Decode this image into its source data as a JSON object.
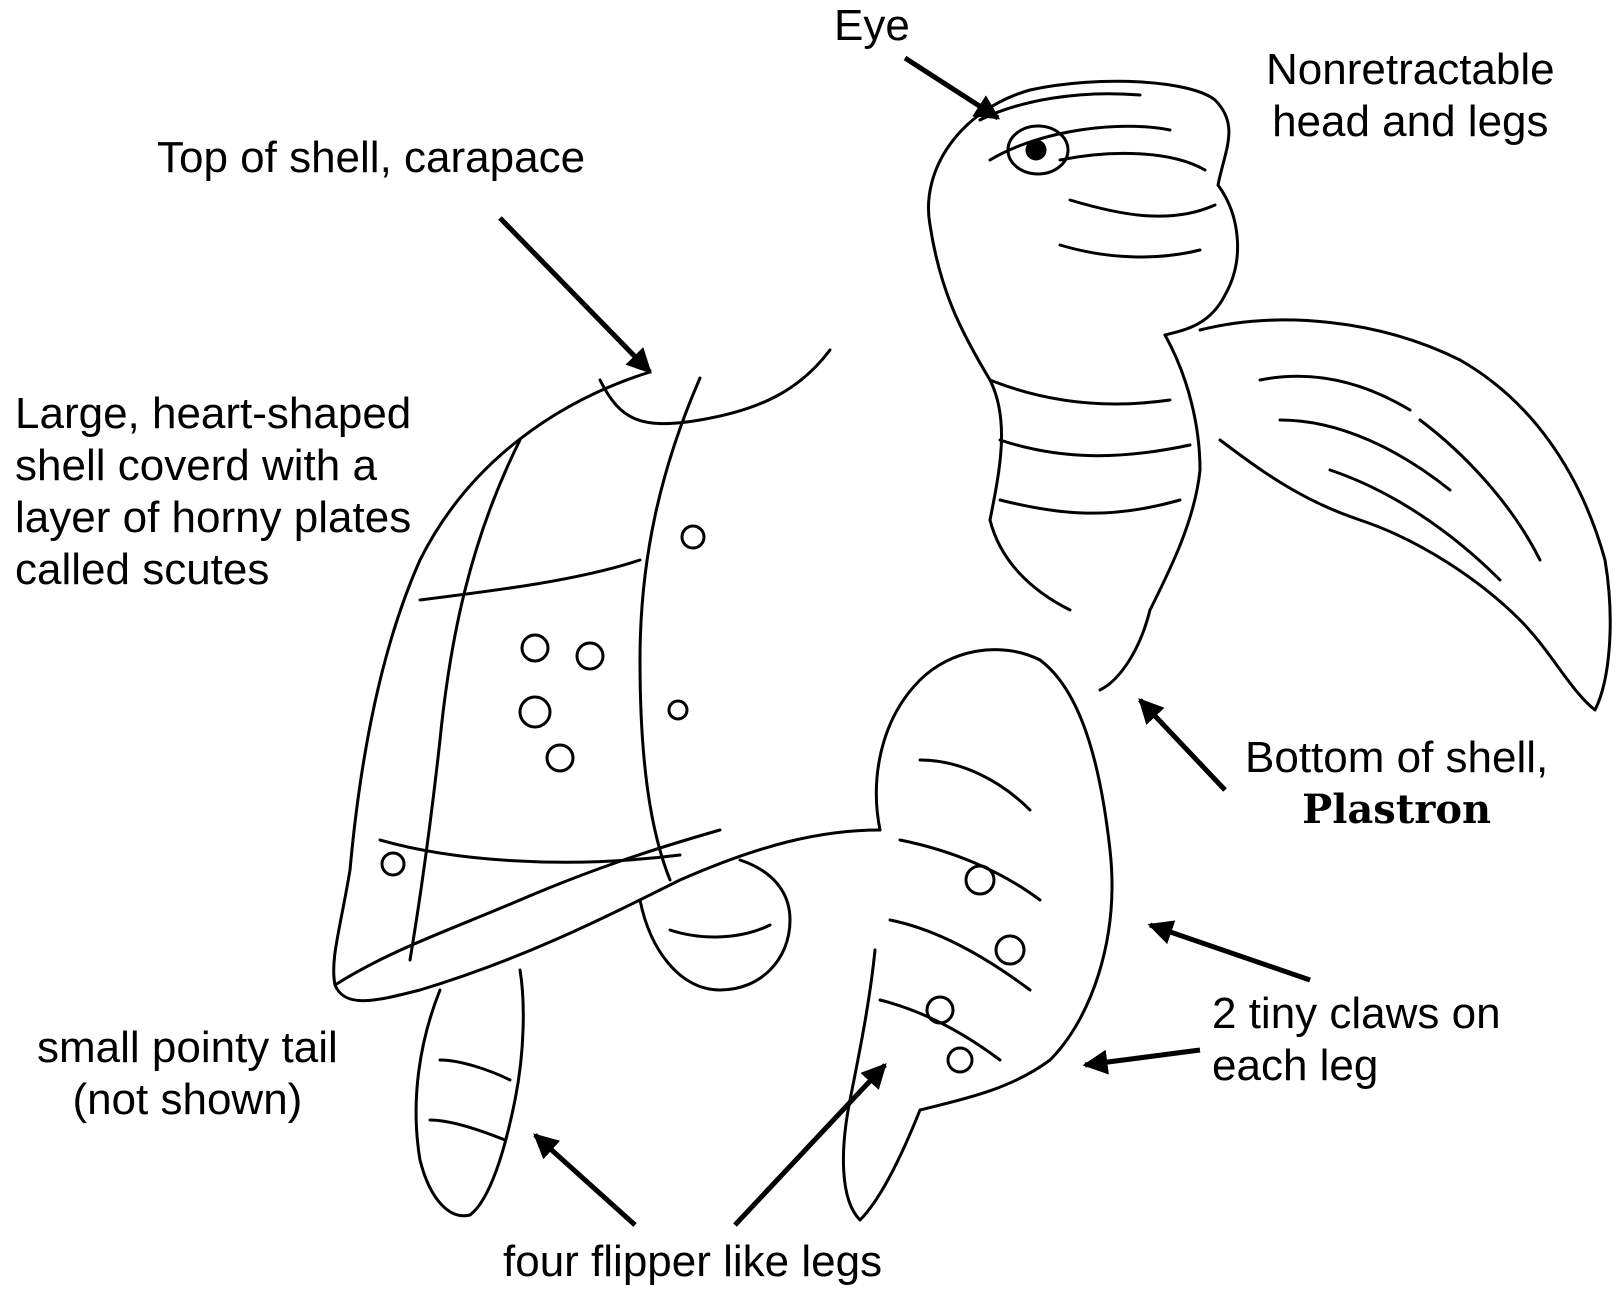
{
  "labels": {
    "eye": "Eye",
    "head_legs": [
      "Nonretractable",
      "head and legs"
    ],
    "carapace": "Top of shell, carapace",
    "shell_desc": [
      "Large, heart-shaped",
      "shell coverd with a",
      "layer of horny plates",
      "called scutes"
    ],
    "plastron": [
      "Bottom of shell,",
      "Plastron"
    ],
    "claws": [
      "2 tiny claws on",
      "each leg"
    ],
    "tail": [
      "small pointy tail",
      "(not shown)"
    ],
    "flippers": "four flipper like legs"
  },
  "colors": {
    "ink": "#000000",
    "background": "#ffffff"
  }
}
